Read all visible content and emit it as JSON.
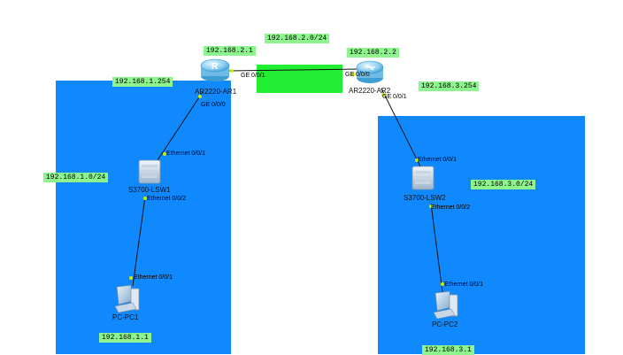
{
  "colors": {
    "zone_blue": "#1089ff",
    "link_green": "#22ee33",
    "label_bg": "#8ef58e",
    "port_dot": "#c8f000"
  },
  "networks": {
    "r1_r2": "192.168.2.0/24",
    "lan1": "192.168.1.0/24",
    "lan3": "192.168.3.0/24"
  },
  "addresses": {
    "ar1_ge001": "192.168.2.1",
    "ar2_ge000": "192.168.2.2",
    "ar1_ge000": "192.168.1.254",
    "ar2_ge001": "192.168.3.254",
    "pc1": "192.168.1.1",
    "pc2": "192.168.3.1"
  },
  "devices": {
    "ar1": {
      "name": "AR2220-AR1",
      "icon": "router-icon"
    },
    "ar2": {
      "name": "AR2220-AR2",
      "icon": "router-icon"
    },
    "lsw1": {
      "name": "S3700-LSW1",
      "icon": "switch-icon"
    },
    "lsw2": {
      "name": "S3700-LSW2",
      "icon": "switch-icon"
    },
    "pc1": {
      "name": "PC-PC1",
      "icon": "pc-icon"
    },
    "pc2": {
      "name": "PC-PC2",
      "icon": "pc-icon"
    }
  },
  "ports": {
    "ar1_ge001": "GE 0/0/1",
    "ar1_ge000": "GE 0/0/0",
    "ar2_ge000": "GE 0/0/0",
    "ar2_ge001": "GE 0/0/1",
    "lsw1_e1": "Ethernet 0/0/1",
    "lsw1_e2": "Ethernet 0/0/2",
    "pc1_e1": "Ethernet 0/0/1",
    "lsw2_e1": "Ethernet 0/0/1",
    "lsw2_e2": "Ethernet 0/0/2",
    "pc2_e1": "Ethernet 0/0/1"
  }
}
